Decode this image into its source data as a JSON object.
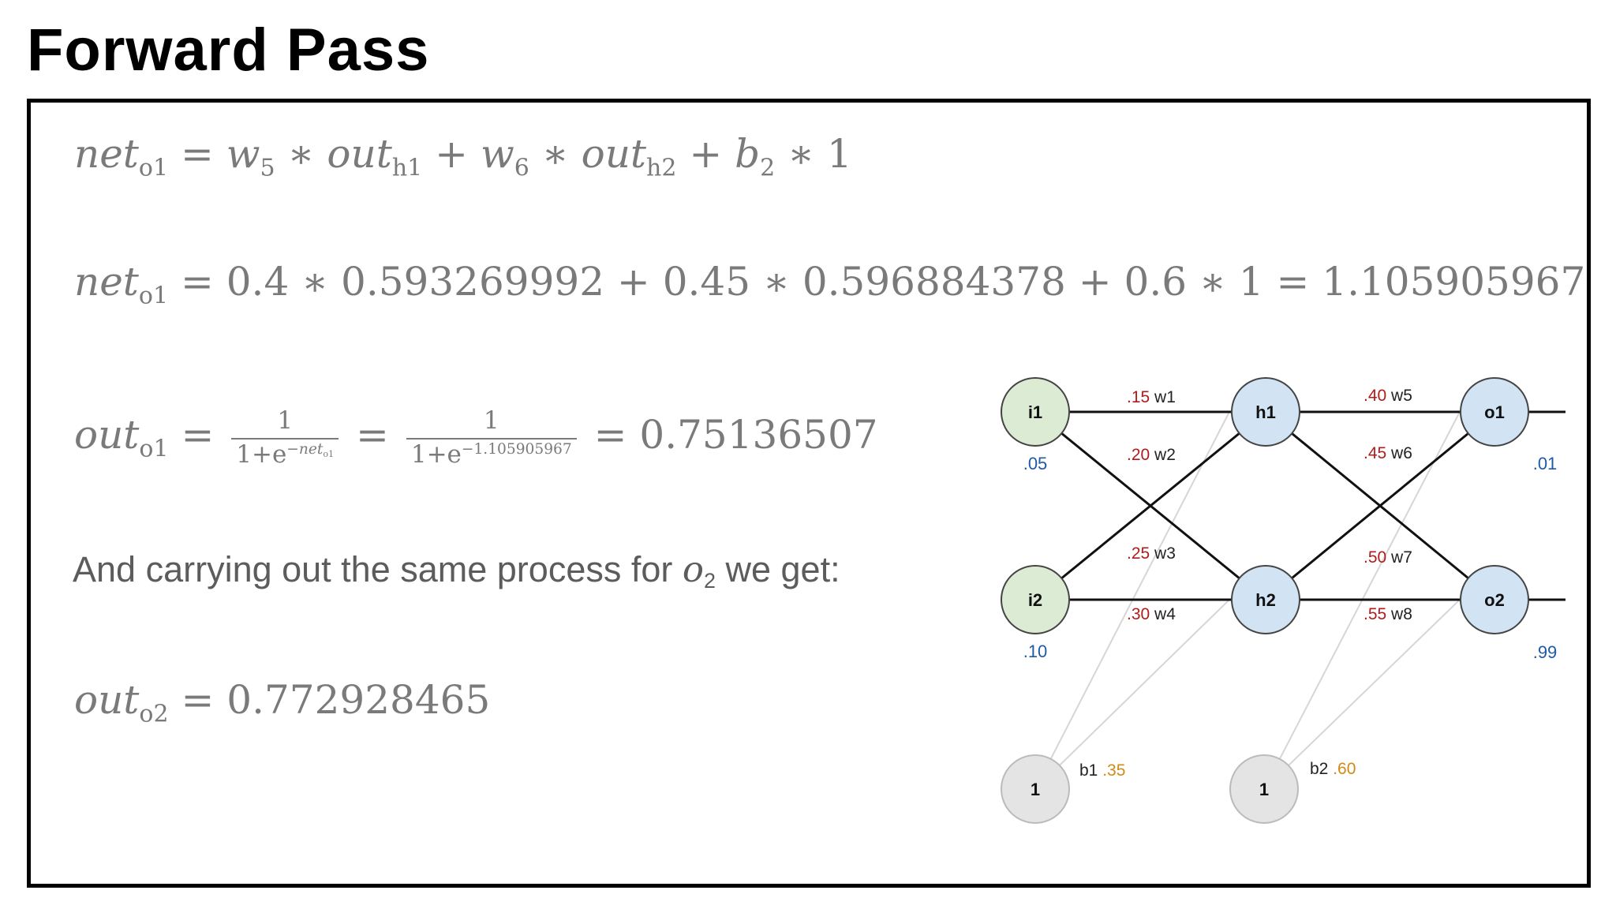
{
  "slide": {
    "title": "Forward Pass"
  },
  "equations": {
    "eq1": {
      "lhs_var": "net",
      "lhs_sub": "o1",
      "w5": "w",
      "w5_sub": "5",
      "out1": "out",
      "out1_sub": "h1",
      "w6": "w",
      "w6_sub": "6",
      "out2": "out",
      "out2_sub": "h2",
      "b2": "b",
      "b2_sub": "2",
      "tail": "∗ 1"
    },
    "eq2": {
      "lhs_var": "net",
      "lhs_sub": "o1",
      "rhs": "= 0.4 ∗ 0.593269992 + 0.45 ∗ 0.596884378 + 0.6 ∗ 1 = 1.105905967"
    },
    "eq3": {
      "lhs_var": "out",
      "lhs_sub": "o1",
      "frac1_num": "1",
      "frac1_den_base": "1+e",
      "frac1_den_exp": "−net",
      "frac1_den_exp_sub": "o1",
      "frac2_num": "1",
      "frac2_den_base": "1+e",
      "frac2_den_exp": "−1.105905967",
      "result": "= 0.75136507"
    },
    "eq4": {
      "lhs_var": "out",
      "lhs_sub": "o2",
      "result": "= 0.772928465"
    }
  },
  "prose": {
    "before": "And carrying out the same process for ",
    "var": "o",
    "var_sub": "2",
    "after": " we get:"
  },
  "network": {
    "colors": {
      "input": "#dcebd4",
      "hidden": "#d2e3f3",
      "output": "#d2e3f3",
      "bias": "#e4e4e4",
      "weight_value": "#b01c1c",
      "input_value": "#1f5aa6",
      "bias_value": "#d08a14"
    },
    "nodes": {
      "i1": "i1",
      "i2": "i2",
      "h1": "h1",
      "h2": "h2",
      "o1": "o1",
      "o2": "o2",
      "b1_node": "1",
      "b2_node": "1"
    },
    "input_values": {
      "i1": ".05",
      "i2": ".10"
    },
    "target_values": {
      "o1": ".01",
      "o2": ".99"
    },
    "weights": {
      "w1": {
        "value": ".15",
        "name": "w1"
      },
      "w2": {
        "value": ".20",
        "name": "w2"
      },
      "w3": {
        "value": ".25",
        "name": "w3"
      },
      "w4": {
        "value": ".30",
        "name": "w4"
      },
      "w5": {
        "value": ".40",
        "name": "w5"
      },
      "w6": {
        "value": ".45",
        "name": "w6"
      },
      "w7": {
        "value": ".50",
        "name": "w7"
      },
      "w8": {
        "value": ".55",
        "name": "w8"
      }
    },
    "biases": {
      "b1": {
        "name": "b1",
        "value": ".35"
      },
      "b2": {
        "name": "b2",
        "value": ".60"
      }
    }
  }
}
